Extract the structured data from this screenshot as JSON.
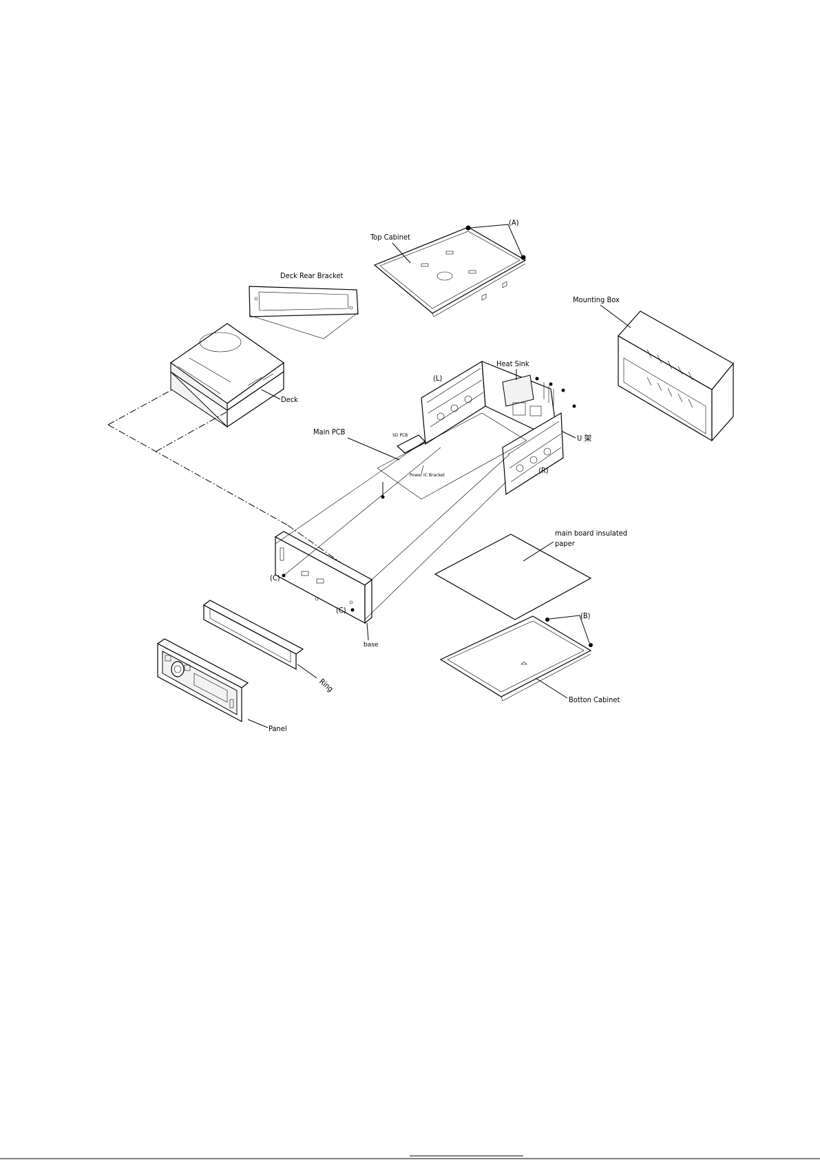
{
  "labels": {
    "screw_a": "(A)",
    "top_cabinet": "Top Cabinet",
    "deck_rear_bracket": "Deck Rear Bracket",
    "mounting_box": "Mounting Box",
    "deck": "Deck",
    "heat_sink": "Heat Sink",
    "bracket_l": "(L)",
    "main_pcb": "Main PCB",
    "sd_pcb": "SD PCB",
    "power_ic_bracket": "Power IC Bracket",
    "u_bracket": "U 架",
    "bracket_r": "(R)",
    "insulated_paper_1": "main board insulated",
    "insulated_paper_2": "paper",
    "screw_c1": "(C)",
    "screw_c2": "(C)",
    "screw_b": "(B)",
    "base": "base",
    "ring": "Ring",
    "bottom_cabinet": "Botton Cabinet",
    "panel": "Panel"
  }
}
